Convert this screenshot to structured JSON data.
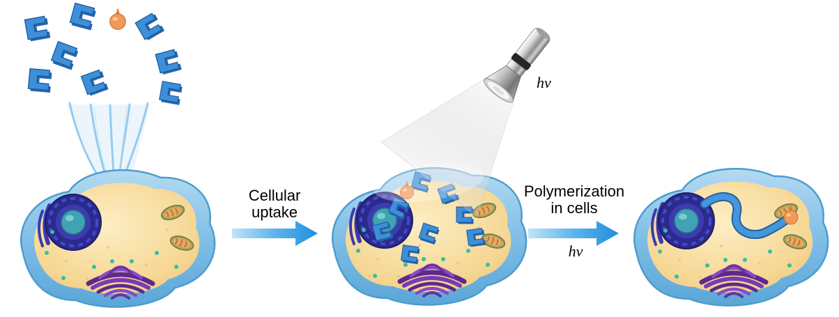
{
  "labels": {
    "cellular_uptake": {
      "line1": "Cellular",
      "line2": "uptake"
    },
    "polymerization": {
      "line1": "Polymerization",
      "line2": "in cells"
    },
    "hv_flashlight": "hv",
    "hv_arrow": "hv"
  },
  "icons": {
    "flashlight": "flashlight-icon",
    "light_beam": "light-beam",
    "monomer": "monomer-icon",
    "photoinitiator": "orange-initiator-icon",
    "uptake_streams": "uptake-streams-icon",
    "right_arrow": "right-arrow-icon",
    "cell": "animal-cell-illustration",
    "nucleus": "nucleus-icon",
    "golgi": "golgi-apparatus-icon",
    "mitochondrion": "mitochondrion-icon",
    "endoplasmic_reticulum": "er-icon",
    "polymer_chain": "polymer-chain-icon"
  },
  "panels": [
    {
      "name": "monomers-entering-cell"
    },
    {
      "name": "cell-with-internalized-monomers-under-light"
    },
    {
      "name": "cell-with-polymerized-chain"
    }
  ],
  "colors": {
    "background": "#ffffff",
    "membrane_light": "#b3daf1",
    "membrane": "#7cbce5",
    "membrane_edge": "#4d9ccd",
    "cytoplasm_light": "#fdeec4",
    "cytoplasm": "#f6d794",
    "cytoplasm_deep": "#eec77e",
    "nucleus_outer": "#2b2b8e",
    "nucleus_mid": "#3c3cb0",
    "nucleolus_teal": "#3fa3b4",
    "golgi_purple": "#7a3bb4",
    "golgi_dark": "#5c2a8c",
    "mito_body": "#a8a860",
    "mito_inner": "#e8a85c",
    "monomer_blue": "#3d8fd8",
    "monomer_dark": "#2466ad",
    "initiator_orange": "#f09a58",
    "arrow_blue": "#1f8fdd",
    "arrow_light": "#bfe4f8",
    "dot_teal": "#35c0a0",
    "beam_gray": "#d8d8d8",
    "flashlight_silver": "#c9c9c9",
    "text": "#000000"
  }
}
